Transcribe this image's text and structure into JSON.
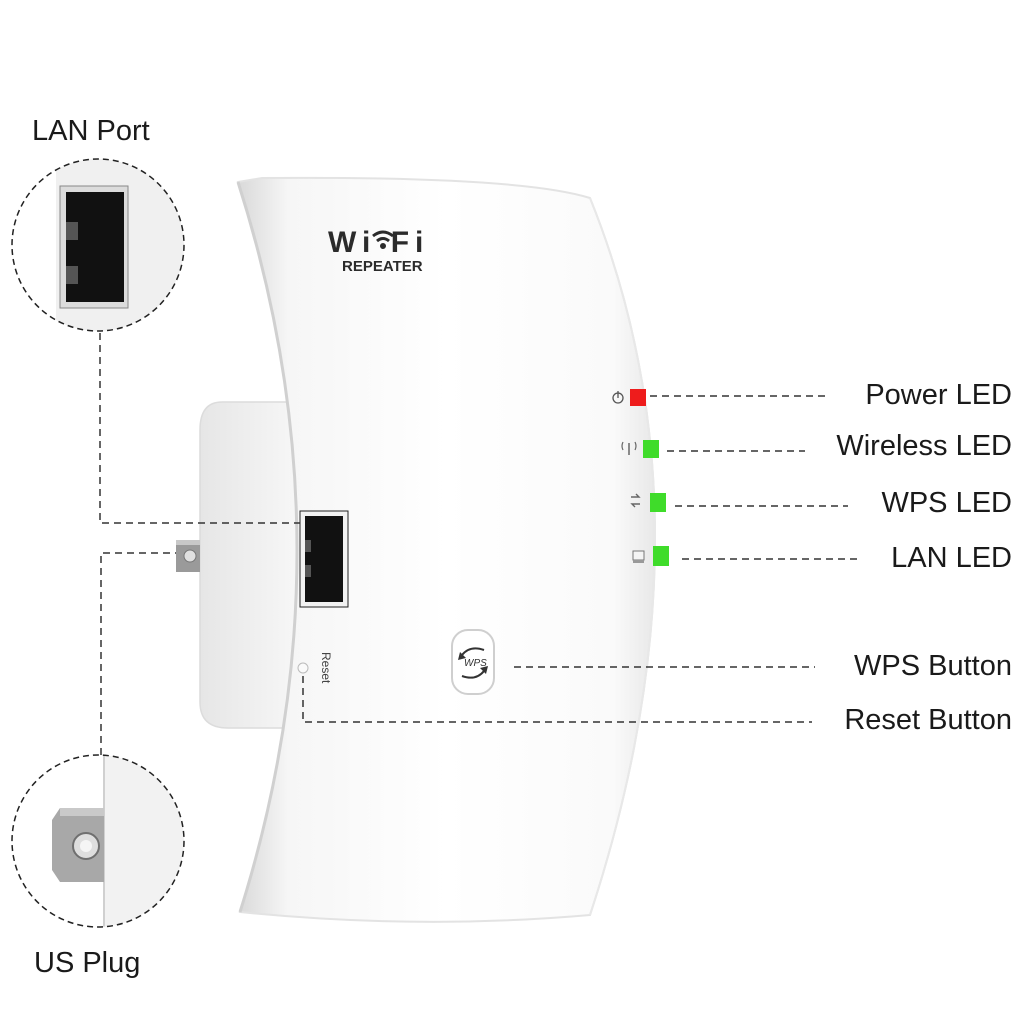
{
  "device": {
    "brand_text": "Wi Fi",
    "model_text": "REPEATER",
    "reset_text": "Reset",
    "wps_button_text": "WPS"
  },
  "callouts": {
    "lan_port": "LAN Port",
    "us_plug": "US Plug",
    "power_led": "Power LED",
    "wireless_led": "Wireless LED",
    "wps_led": "WPS LED",
    "lan_led": "LAN LED",
    "wps_button": "WPS Button",
    "reset_button": "Reset Button"
  },
  "colors": {
    "power_led": "#ee1c1c",
    "status_led": "#3fdc2a",
    "callout_line": "#333333",
    "body": "#ffffff",
    "body_shadow": "#e4e4e4"
  },
  "icons": {
    "power": "power-icon",
    "wireless": "wireless-icon",
    "wps": "wps-icon",
    "lan": "lan-icon",
    "wps_button": "wps-refresh-icon"
  }
}
